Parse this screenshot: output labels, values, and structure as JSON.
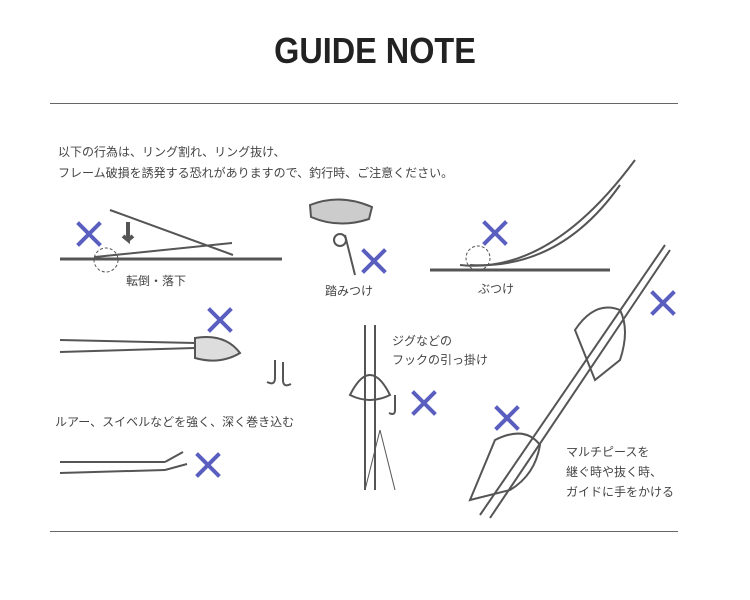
{
  "title": "GUIDE NOTE",
  "intro": [
    "以下の行為は、リング割れ、リング抜け、",
    "フレーム破損を誘発する恐れがありますので、釣行時、ご注意ください。"
  ],
  "captions": {
    "fall": "転倒・落下",
    "step": "踏みつけ",
    "hit": "ぶつけ",
    "hook": [
      "ジグなどの",
      "フックの引っ掛け"
    ],
    "reel": "ルアー、スイベルなどを強く、深く巻き込む",
    "multi": [
      "マルチピースを",
      "継ぐ時や抜く時、",
      "ガイドに手をかける"
    ]
  },
  "colors": {
    "x_mark": "#5a5fbf",
    "line": "#555555"
  }
}
